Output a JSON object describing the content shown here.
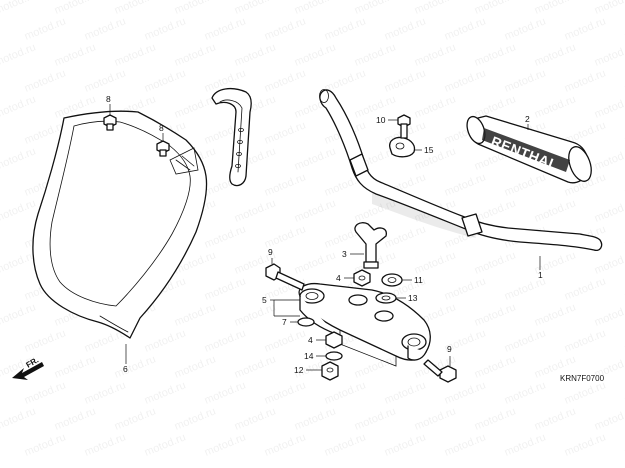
{
  "diagram": {
    "watermark_text": "motod.ru",
    "diagram_code": "KRN7F0700",
    "direction_label": "FR.",
    "grip_brand": "RENTHAL",
    "callouts": [
      {
        "id": "c1",
        "text": "1"
      },
      {
        "id": "c2",
        "text": "2"
      },
      {
        "id": "c3",
        "text": "3"
      },
      {
        "id": "c4a",
        "text": "4"
      },
      {
        "id": "c4b",
        "text": "4"
      },
      {
        "id": "c5",
        "text": "5"
      },
      {
        "id": "c6",
        "text": "6"
      },
      {
        "id": "c7",
        "text": "7"
      },
      {
        "id": "c8a",
        "text": "8"
      },
      {
        "id": "c8b",
        "text": "8"
      },
      {
        "id": "c9a",
        "text": "9"
      },
      {
        "id": "c9b",
        "text": "9"
      },
      {
        "id": "c10",
        "text": "10"
      },
      {
        "id": "c11",
        "text": "11"
      },
      {
        "id": "c12",
        "text": "12"
      },
      {
        "id": "c13",
        "text": "13"
      },
      {
        "id": "c14",
        "text": "14"
      },
      {
        "id": "c15",
        "text": "15"
      }
    ]
  }
}
